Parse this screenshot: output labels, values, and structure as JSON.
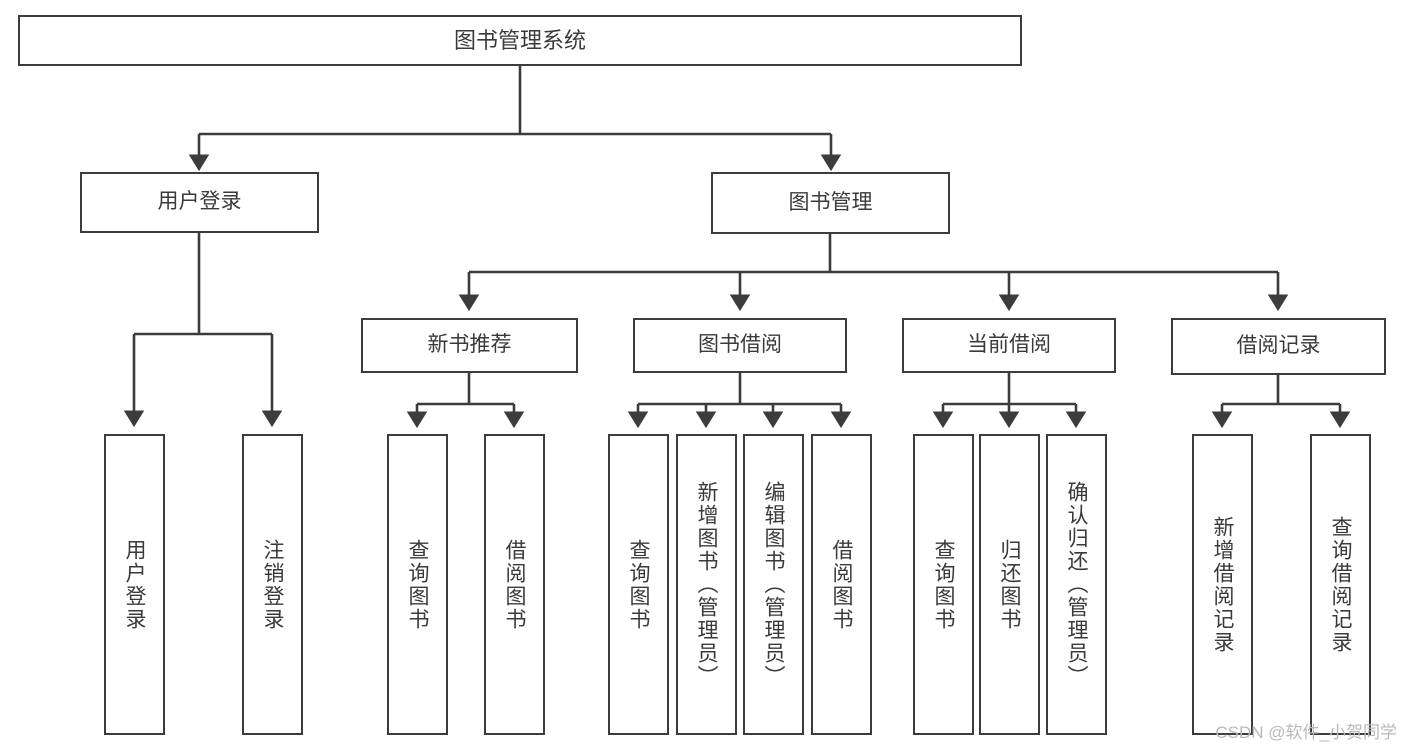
{
  "diagram": {
    "title": "图书管理系统",
    "type": "tree-hierarchy-diagram",
    "colors": {
      "box_border": "#3c3c3c",
      "box_fill": "#ffffff",
      "text": "#3a3a3a",
      "connector": "#3c3c3c",
      "watermark": "#b9b9b9",
      "background": "#ffffff"
    }
  },
  "nodes": {
    "root": {
      "label": "图书管理系统"
    },
    "level1": [
      {
        "label": "用户登录"
      },
      {
        "label": "图书管理"
      }
    ],
    "level2": [
      {
        "label": "新书推荐"
      },
      {
        "label": "图书借阅"
      },
      {
        "label": "当前借阅"
      },
      {
        "label": "借阅记录"
      }
    ],
    "leaves": {
      "user_login": [
        {
          "label": "用户登录"
        },
        {
          "label": "注销登录"
        }
      ],
      "new_book_recommend": [
        {
          "label": "查询图书"
        },
        {
          "label": "借阅图书"
        }
      ],
      "book_borrow": [
        {
          "label": "查询图书"
        },
        {
          "label": "新增图书（管理员）"
        },
        {
          "label": "编辑图书（管理员）"
        },
        {
          "label": "借阅图书"
        }
      ],
      "current_borrow": [
        {
          "label": "查询图书"
        },
        {
          "label": "归还图书"
        },
        {
          "label": "确认归还（管理员）"
        }
      ],
      "borrow_record": [
        {
          "label": "新增借阅记录"
        },
        {
          "label": "查询借阅记录"
        }
      ]
    }
  },
  "watermark": {
    "text": "CSDN @软件_小贺同学"
  }
}
